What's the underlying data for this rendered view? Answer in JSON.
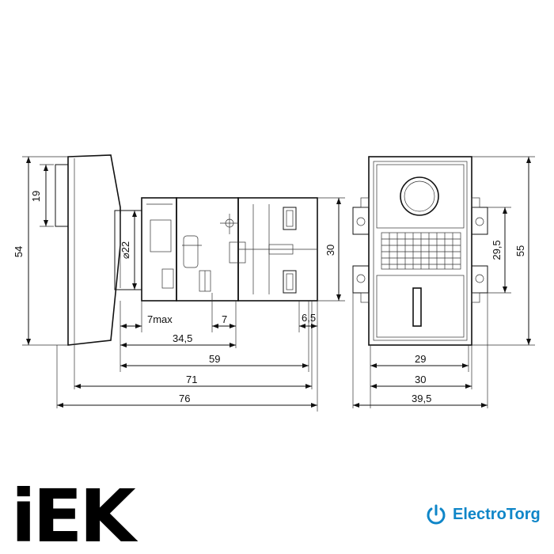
{
  "dimensions": {
    "side_view": {
      "cap_height": "19",
      "total_height": "54",
      "bezel_diameter": "⌀22",
      "panel_thickness": "7max",
      "contact_gap": "7",
      "terminal_width": "6,5",
      "depth_to_contact": "34,5",
      "body_depth": "59",
      "depth_71": "71",
      "overall_depth": "76",
      "block_height": "30"
    },
    "front_view": {
      "lamp_pitch": "29,5",
      "overall_height": "55",
      "inner_width": "29",
      "body_width": "30",
      "overall_width": "39,5"
    }
  },
  "logo": {
    "iek_text": "iEK",
    "brand_text": "ElectroTorg",
    "colors": {
      "iek_black": "#000000",
      "iek_green": "#7ab51d",
      "brand_blue": "#0f86c8"
    }
  },
  "icons": [
    "power-icon"
  ]
}
